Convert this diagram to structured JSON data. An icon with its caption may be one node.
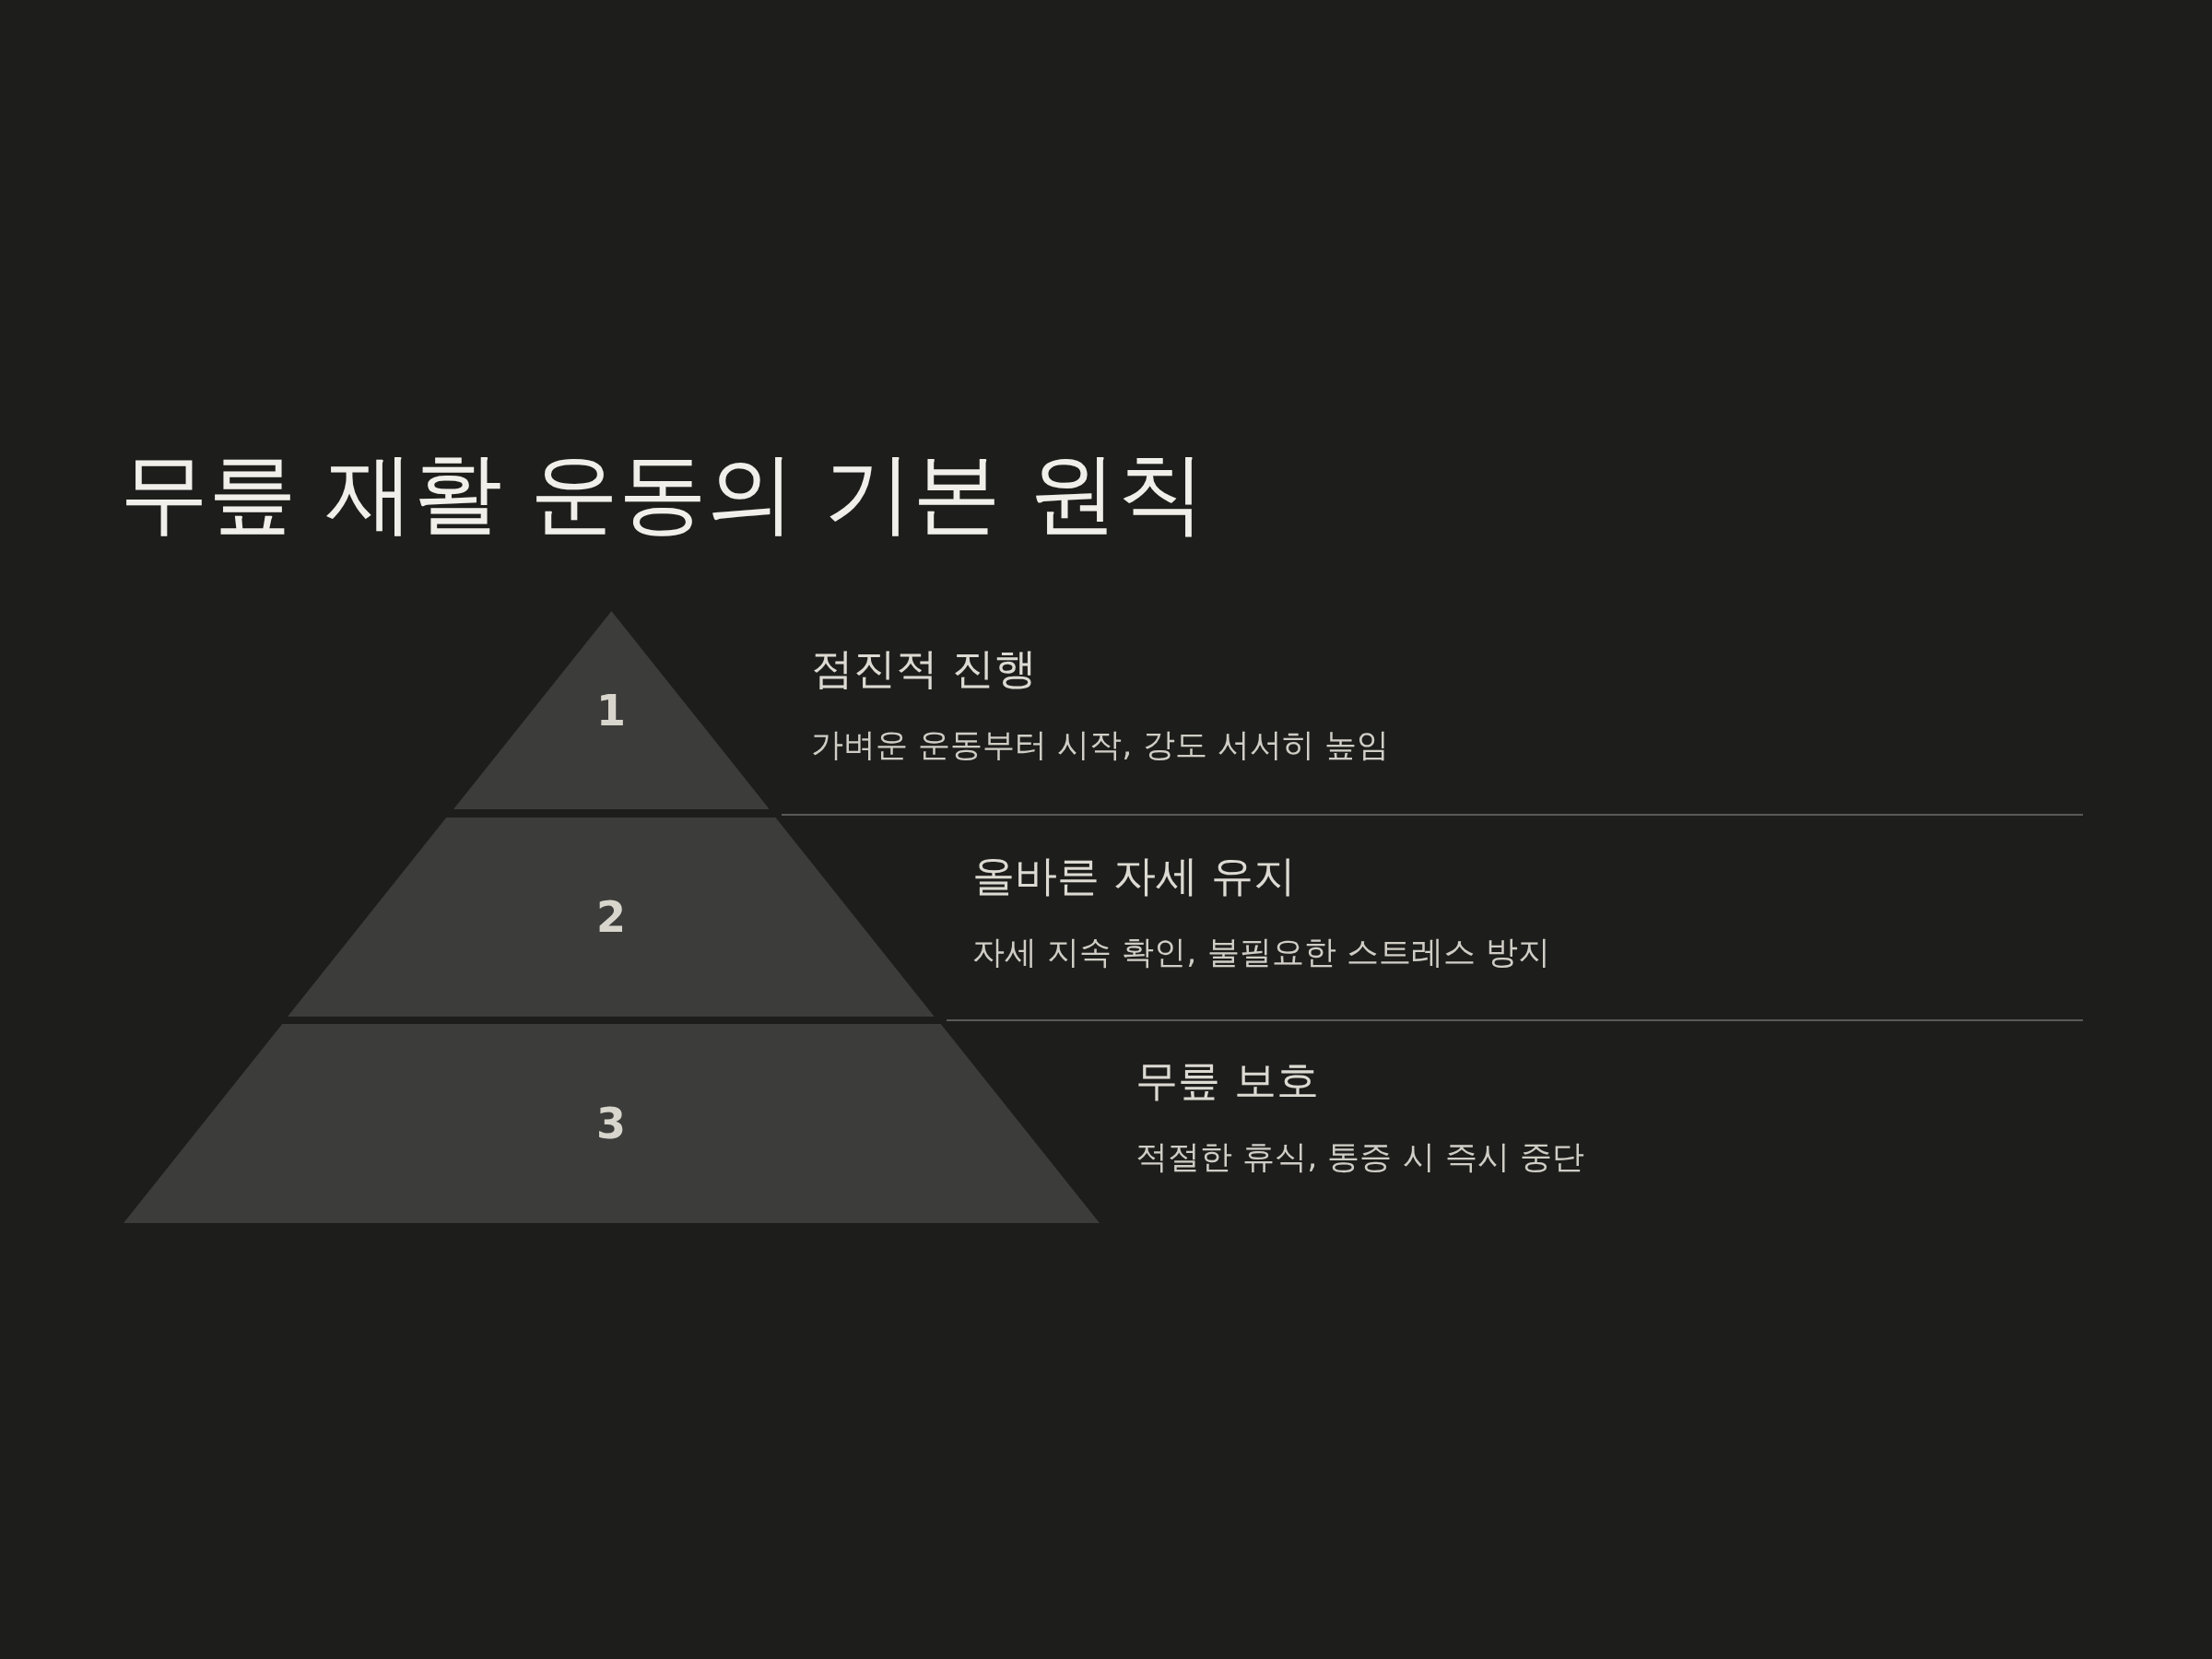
{
  "diagram": {
    "title": "무릎 재활 운동의 기본 원칙",
    "nodes": [
      {
        "text": [
          "1"
        ],
        "beside": [
          "점진적 진행",
          "가벼운 운동부터 시작, 강도 서서히 높임"
        ]
      },
      {
        "text": [
          "2"
        ],
        "beside": [
          "올바른 자세 유지",
          "자세 지속 확인, 불필요한 스트레스 방지"
        ]
      },
      {
        "text": [
          "3"
        ],
        "beside": [
          "무릎 보호",
          "적절한 휴식, 통증 시 즉시 중단"
        ]
      }
    ]
  }
}
